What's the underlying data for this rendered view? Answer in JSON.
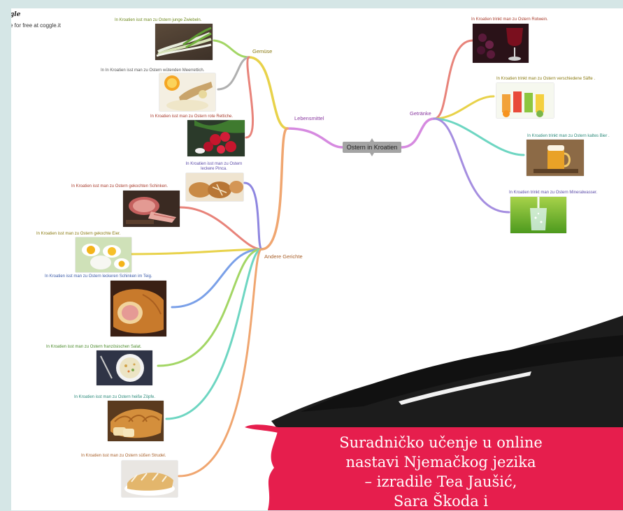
{
  "branding": {
    "app": "gle",
    "tagline": "e for free at coggle.it"
  },
  "mindmap": {
    "root": "Ostern in Kroatien",
    "branches": {
      "lebensmittel": "Lebensmittel",
      "gemuese": "Gemüse",
      "getraenke": "Getränke",
      "andere": "Andere Gerichte"
    },
    "nodes": [
      {
        "caption": "In Kroatien isst man zu Ostern junge Zwiebeln.",
        "color": "#6f8a1e"
      },
      {
        "caption": "In In Kroatien isst man zu Ostern wütenden Meerrettich.",
        "color": "#555555"
      },
      {
        "caption": "In Kroatien isst man zu Ostern rote Rettiche.",
        "color": "#a83a2a"
      },
      {
        "caption": "In Kroatien isst man zu Ostern leckere Pinca.",
        "color": "#5a4aa8"
      },
      {
        "caption": "In Kroatien isst man zu Ostern gekochten Schinken.",
        "color": "#a83a2a"
      },
      {
        "caption": "In Kroatien isst man zu Ostern gekochte Eier.",
        "color": "#8a7a10"
      },
      {
        "caption": "In Kroatien isst man zu Ostern leckeren Schinken im Teig.",
        "color": "#3a5aa8"
      },
      {
        "caption": "In Kroatien isst man zu Ostern französischen Salat.",
        "color": "#4a8a2a"
      },
      {
        "caption": "In Kroatien isst man zu Ostern heiße Zöpfe.",
        "color": "#2a8a7a"
      },
      {
        "caption": "In Kroatien isst man zu Ostern süßen Strudel.",
        "color": "#a8602a"
      },
      {
        "caption": "In Kroatien trinkt man zu Ostern Rotwein.",
        "color": "#a83a2a"
      },
      {
        "caption": "In Kroatien trinkt man zu Ostern verschiedene Säfte .",
        "color": "#8a7a10"
      },
      {
        "caption": "In Kroatien trinkt man zu Ostern kaltes Bier .",
        "color": "#2a8a7a"
      },
      {
        "caption": "In Kroatien trinkt man zu Ostern Mineralwasser.",
        "color": "#5a4aa8"
      }
    ]
  },
  "banner": {
    "lines": [
      "Suradničko učenje u online",
      "nastavi Njemačkog jezika",
      "– izradile Tea Jaušić,",
      "Sara Škoda i"
    ],
    "colors": {
      "stroke": "#e61e4d",
      "brush": "#1c1c1c"
    }
  },
  "colors": {
    "root": "#a4a4a4",
    "lebensmittel": "#d68ae0",
    "gemuese": "#e8d24a",
    "getraenke": "#d68ae0",
    "andere": "#f0a670"
  }
}
